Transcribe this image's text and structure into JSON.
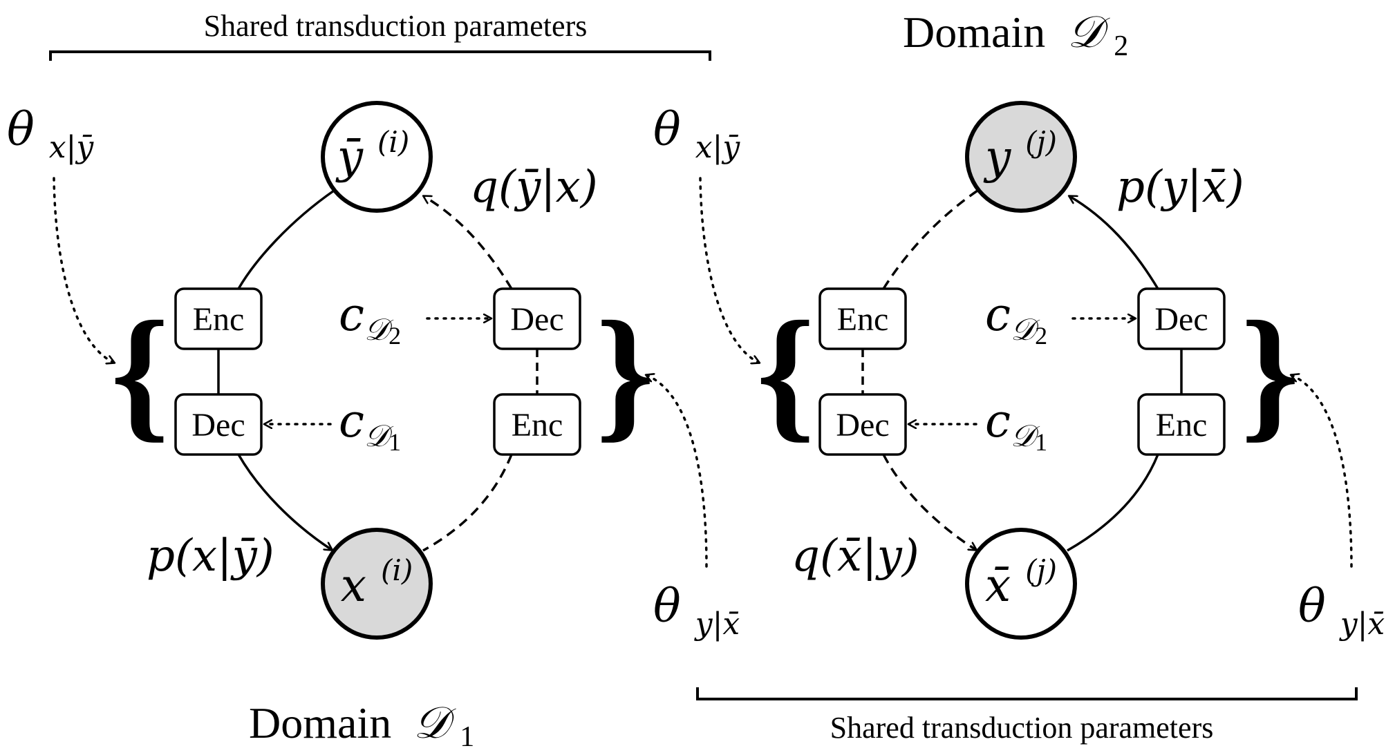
{
  "top_bracket_label": "Shared transduction parameters",
  "bottom_bracket_label": "Shared transduction parameters",
  "domain1": {
    "word": "Domain",
    "symbol": "𝒟",
    "sub": "1"
  },
  "domain2": {
    "word": "Domain",
    "symbol": "𝒟",
    "sub": "2"
  },
  "left": {
    "theta_top": {
      "base": "θ",
      "sub": "x|ȳ"
    },
    "theta_bottom": {
      "base": "θ",
      "sub": "y|x̄"
    },
    "node_top": {
      "base": "ȳ",
      "sup": "(i)",
      "shaded": false
    },
    "node_bottom": {
      "base": "x",
      "sup": "(i)",
      "shaded": true
    },
    "enc_left": "Enc",
    "dec_left": "Dec",
    "dec_right": "Dec",
    "enc_right": "Enc",
    "c_top": {
      "base": "c",
      "sym": "𝒟",
      "sub": "2"
    },
    "c_bottom": {
      "base": "c",
      "sym": "𝒟",
      "sub": "1"
    },
    "label_q": "q(ȳ|x)",
    "label_p": "p(x|ȳ)"
  },
  "right": {
    "theta_top": {
      "base": "θ",
      "sub": "x|ȳ"
    },
    "theta_bottom": {
      "base": "θ",
      "sub": "y|x̄"
    },
    "node_top": {
      "base": "y",
      "sup": "(j)",
      "shaded": true
    },
    "node_bottom": {
      "base": "x̄",
      "sup": "(j)",
      "shaded": false
    },
    "enc_left": "Enc",
    "dec_left": "Dec",
    "dec_right": "Dec",
    "enc_right": "Enc",
    "c_top": {
      "base": "c",
      "sym": "𝒟",
      "sub": "2"
    },
    "c_bottom": {
      "base": "c",
      "sym": "𝒟",
      "sub": "1"
    },
    "label_p": "p(y|x̄)",
    "label_q": "q(x̄|y)"
  },
  "colors": {
    "stroke": "#000000",
    "observed_fill": "#d9d9d9",
    "background": "#ffffff"
  }
}
